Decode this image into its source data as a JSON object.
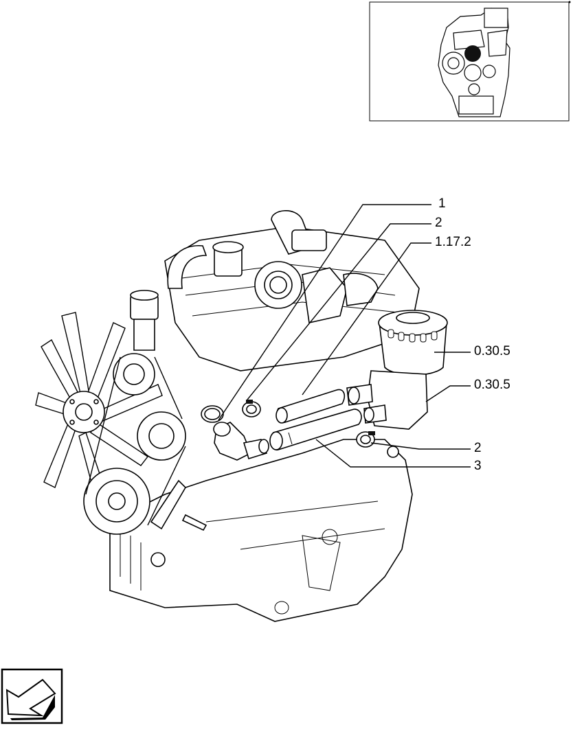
{
  "diagram": {
    "callouts": [
      {
        "id": "c1",
        "label": "1"
      },
      {
        "id": "c2a",
        "label": "2"
      },
      {
        "id": "c3",
        "label": "1.17.2"
      },
      {
        "id": "c4",
        "label": "0.30.5"
      },
      {
        "id": "c5",
        "label": "0.30.5"
      },
      {
        "id": "c6",
        "label": "2"
      },
      {
        "id": "c7",
        "label": "3"
      }
    ]
  },
  "icons": {
    "inset": "engine-thumbnail-icon",
    "nav": "previous-page-arrow-icon"
  }
}
